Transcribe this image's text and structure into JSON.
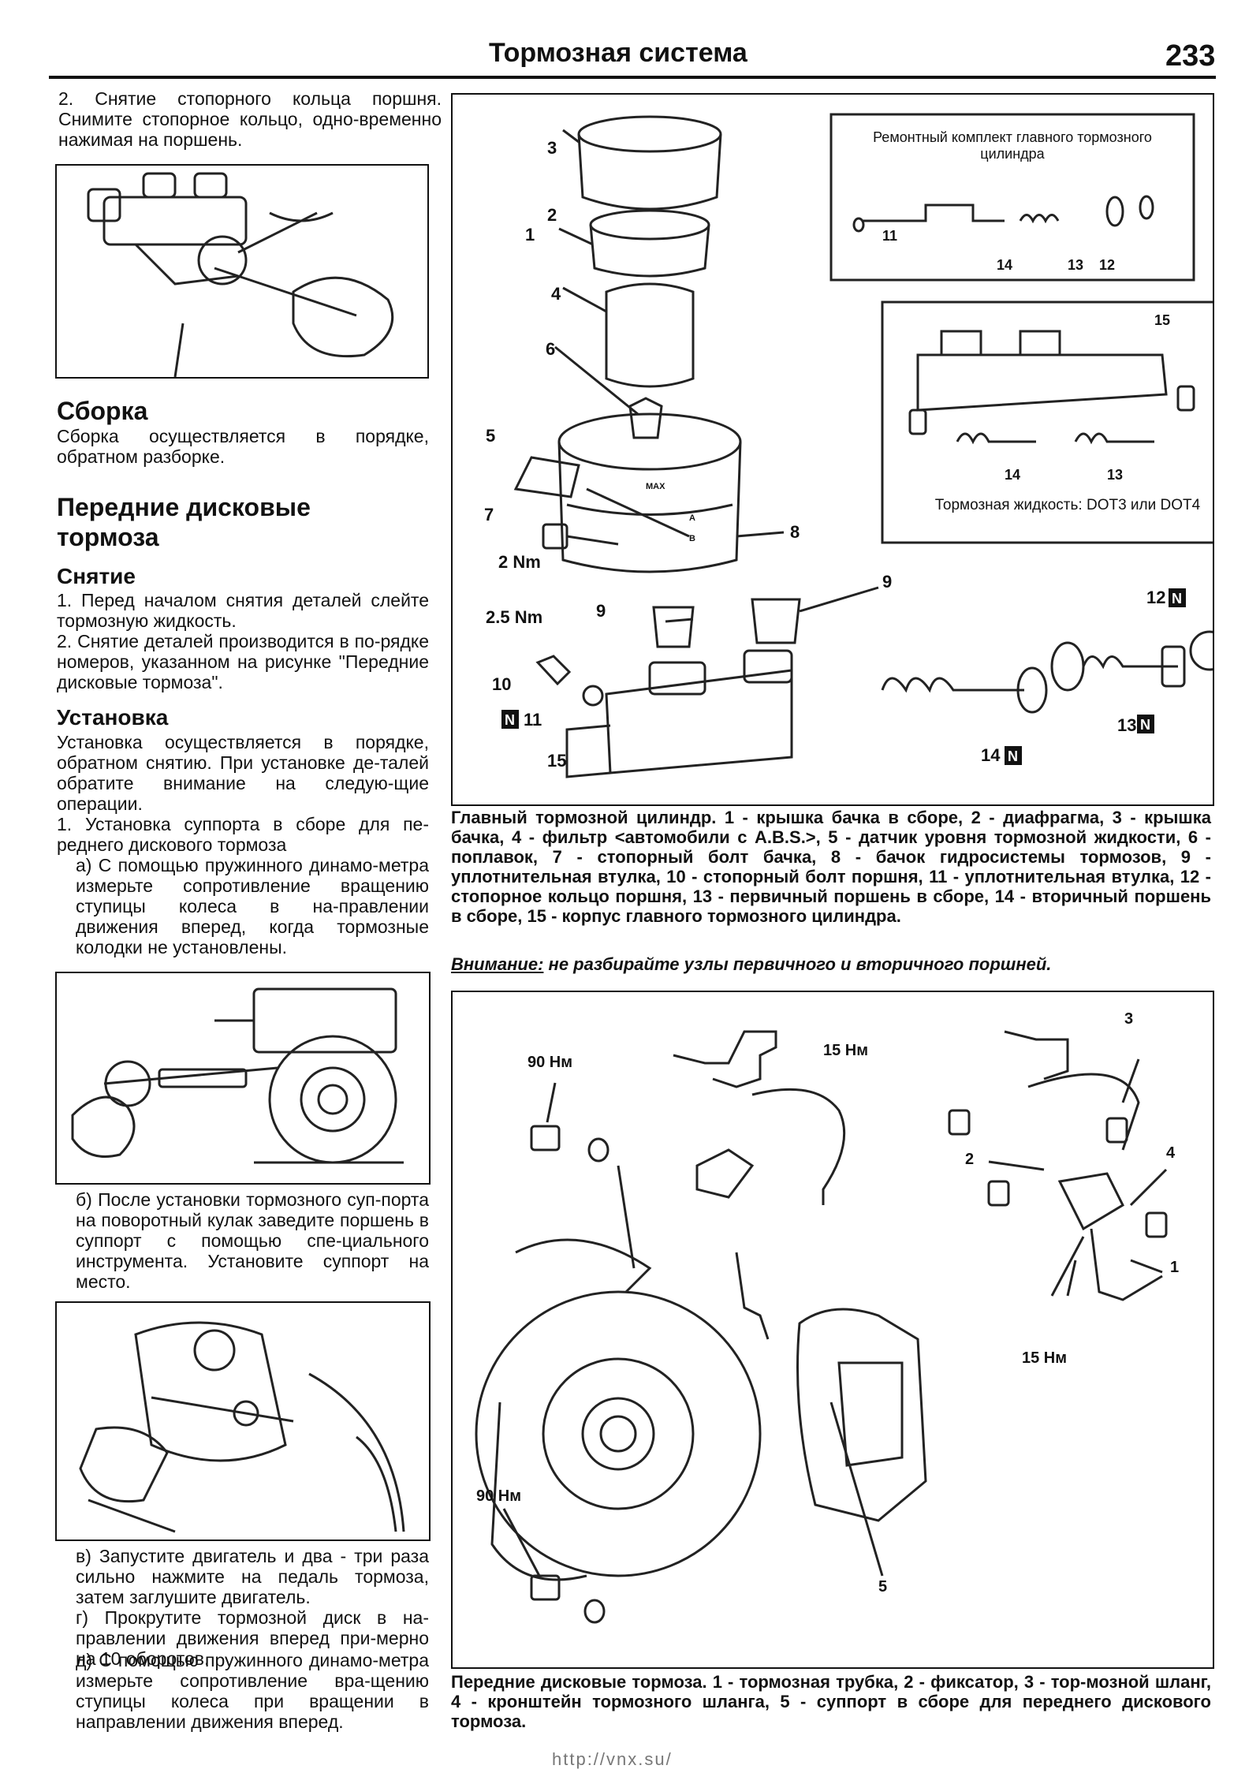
{
  "header": {
    "title": "Тормозная система",
    "page_number": "233"
  },
  "left": {
    "step2": "2. Снятие стопорного кольца поршня. Снимите стопорное кольцо, одно-временно нажимая на поршень.",
    "assembly_heading": "Сборка",
    "assembly_text": "Сборка осуществляется в порядке, обратном разборке.",
    "section_heading": "Передние дисковые тормоза",
    "removal_heading": "Снятие",
    "removal_1": "1. Перед началом снятия деталей слейте тормозную жидкость.",
    "removal_2": "2. Снятие деталей производится в по-рядке номеров, указанном на рисунке \"Передние дисковые тормоза\".",
    "install_heading": "Установка",
    "install_text": "Установка осуществляется в порядке, обратном снятию. При установке де-талей обратите внимание на следую-щие операции.",
    "install_1": "1. Установка суппорта в сборе для пе-реднего дискового тормоза",
    "install_1a": "а) С помощью пружинного динамо-метра измерьте сопротивление вращению ступицы колеса в на-правлении движения вперед, когда тормозные колодки не установлены.",
    "install_1b": "б) После установки тормозного суп-порта на поворотный кулак заведите поршень в суппорт с помощью спе-циального инструмента. Установите суппорт на место.",
    "install_1v": "в) Запустите двигатель и два - три раза сильно нажмите на педаль тормоза, затем заглушите двигатель.",
    "install_1g": "г) Прокрутите тормозной диск в на-правлении движения вперед при-мерно на 10 оборотов.",
    "install_1d": "д) С помощью пружинного динамо-метра измерьте сопротивление вра-щению ступицы колеса при вращении в направлении движения вперед."
  },
  "fig_master": {
    "repair_kit_title": "Ремонтный комплект главного тормозного цилиндра",
    "fluid_note": "Тормозная жидкость: DOT3 или DOT4",
    "max_label": "MAX",
    "a_label": "A",
    "b_label": "B",
    "torque_7": "2 Nm",
    "torque_10": "2.5 Nm",
    "n_badge": "N",
    "callouts": [
      "1",
      "2",
      "3",
      "4",
      "5",
      "6",
      "7",
      "8",
      "9",
      "9",
      "10",
      "11",
      "12",
      "13",
      "14",
      "15"
    ],
    "kit_callouts": [
      "11",
      "14",
      "13",
      "12"
    ],
    "insert_callouts": [
      "15",
      "14",
      "13"
    ],
    "caption": "Главный тормозной цилиндр. 1 - крышка бачка в сборе, 2 - диафрагма, 3 - крышка бачка, 4 - фильтр <автомобили с A.B.S.>, 5 - датчик уровня тормозной жидкости, 6 - поплавок, 7 - стопорный болт бачка, 8 - бачок гидросистемы тормозов, 9 - уплотнительная втулка, 10 - стопорный болт поршня, 11 - уплотнительная втулка, 12 - стопорное кольцо поршня, 13 - первичный поршень в сборе, 14 - вторичный поршень в сборе, 15 - корпус главного тормозного цилиндра.",
    "warning_label": "Внимание:",
    "warning_text": " не разбирайте узлы первичного и вторичного поршней."
  },
  "fig_front": {
    "t90a": "90 Нм",
    "t15a": "15 Нм",
    "t15b": "15 Нм",
    "t90b": "90 Нм",
    "callouts": [
      "1",
      "2",
      "3",
      "4",
      "5"
    ],
    "caption": "Передние дисковые тормоза. 1 - тормозная трубка, 2 - фиксатор, 3 - тор-мозной шланг, 4 - кронштейн тормозного шланга, 5 - суппорт в сборе для переднего дискового тормоза."
  },
  "footer": {
    "url": "http://vnx.su/"
  }
}
